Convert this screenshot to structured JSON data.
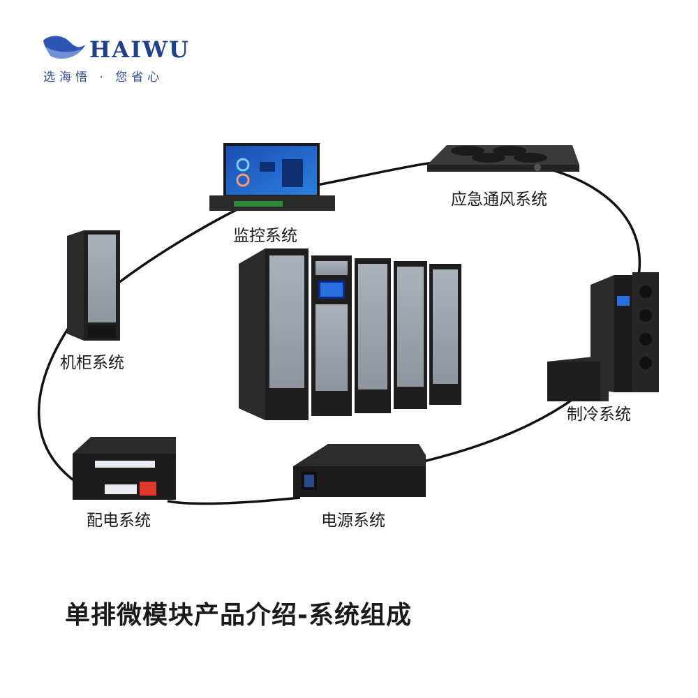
{
  "brand": {
    "name": "HAIWU",
    "slogan": "选海悟 · 您省心",
    "color": "#1f3f8f"
  },
  "diagram": {
    "center_item": "single-row-micro-module-cabinets",
    "nodes": [
      {
        "id": "monitoring",
        "label": "监控系统",
        "icon": "monitor-display-unit"
      },
      {
        "id": "ventilation",
        "label": "应急通风系统",
        "icon": "ventilation-fan-unit"
      },
      {
        "id": "cooling",
        "label": "制冷系统",
        "icon": "air-conditioner-unit"
      },
      {
        "id": "power",
        "label": "电源系统",
        "icon": "ups-unit"
      },
      {
        "id": "distribution",
        "label": "配电系统",
        "icon": "distribution-box"
      },
      {
        "id": "cabinet",
        "label": "机柜系统",
        "icon": "rack-cabinet"
      }
    ]
  },
  "footer": {
    "title": "单排微模块产品介绍-系统组成"
  }
}
